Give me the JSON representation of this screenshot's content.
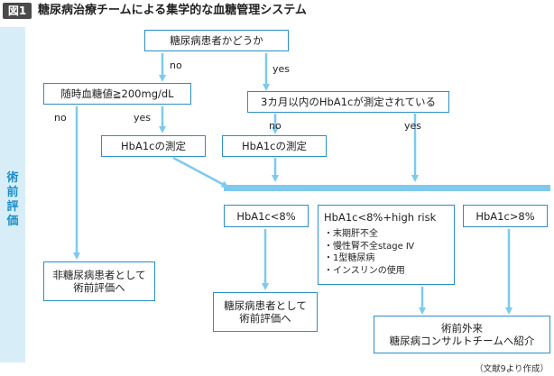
{
  "header": {
    "fig_badge": "図1",
    "title": "糖尿病治療チームによる集学的な血糖管理システム"
  },
  "side_label": "術前評価",
  "side_label_chars": [
    "術",
    "前",
    "評",
    "価"
  ],
  "nodes": {
    "q_diabetic": "糖尿病患者かどうか",
    "random_glucose": "随時血糖値≧200mg/dL",
    "hba1c_within_3m": "3カ月以内のHbA1cが測定されている",
    "hba1c_measure_left": "HbA1cの測定",
    "hba1c_measure_right": "HbA1cの測定",
    "hba1c_lt8": "HbA1c<8%",
    "hba1c_lt8_highrisk": {
      "title": "HbA1c<8%+high risk",
      "items": [
        "・末期肝不全",
        "・慢性腎不全stage Ⅳ",
        "・1型糖尿病",
        "・インスリンの使用"
      ]
    },
    "hba1c_gt8": "HbA1c>8%",
    "non_diabetic_eval": [
      "非糖尿病患者として",
      "術前評価へ"
    ],
    "diabetic_eval": [
      "糖尿病患者として",
      "術前評価へ"
    ],
    "outpatient_referral": [
      "術前外来",
      "糖尿病コンサルトチームへ紹介"
    ]
  },
  "edge_labels": {
    "no_1": "no",
    "yes_1": "yes",
    "no_2": "no",
    "yes_2": "yes",
    "no_3": "no",
    "yes_3": "yes"
  },
  "footnote": "（文献9より作成）",
  "colors": {
    "accent_blue": "#2b8fc6",
    "arrow_blue": "#7dcaee",
    "side_band": "#d7eef8",
    "side_text": "#1b8fc9",
    "badge_bg": "#4a4a4a"
  }
}
